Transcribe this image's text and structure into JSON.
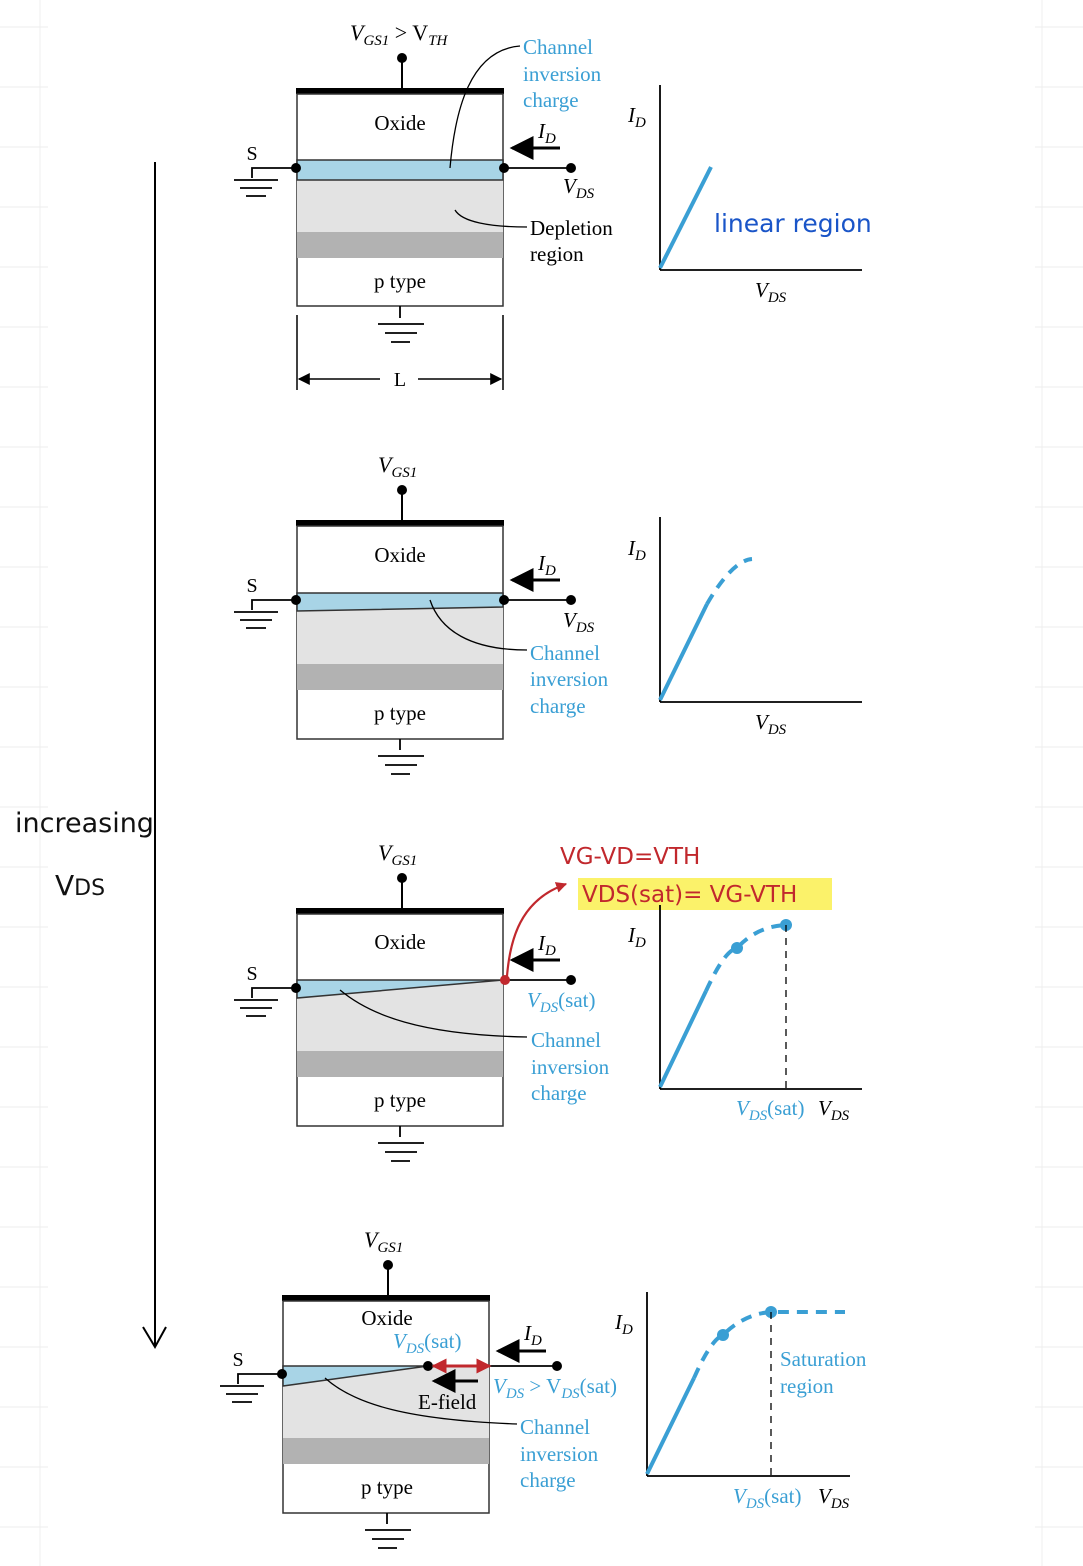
{
  "side_annotation": {
    "line1": "increasing",
    "line2": "V",
    "line2_sub": "DS"
  },
  "colors": {
    "channel": "#a8d4e6",
    "depletion": "#e3e3e3",
    "dark_band": "#b2b2b2",
    "curve": "#3a9fd4",
    "label_blue": "#3a9fd4",
    "annotation_red": "#c1282d",
    "highlight": "#fbf26a",
    "hand_blue": "#1a55c8"
  },
  "panels": [
    {
      "gate_label": {
        "v": "V",
        "sub": "GS1",
        "rel": " > V",
        "rel_sub": "TH"
      },
      "oxide": "Oxide",
      "ptype": "p type",
      "source": "S",
      "id_label": {
        "v": "I",
        "sub": "D"
      },
      "vds_label": {
        "v": "V",
        "sub": "DS"
      },
      "channel_callout": [
        "Channel",
        "inversion",
        "charge"
      ],
      "depletion_callout": [
        "Depletion",
        "region"
      ],
      "length_label": "L",
      "plot": {
        "y": "I",
        "y_sub": "D",
        "x": "V",
        "x_sub": "DS",
        "note": "linear region"
      }
    },
    {
      "gate_label": {
        "v": "V",
        "sub": "GS1"
      },
      "oxide": "Oxide",
      "ptype": "p type",
      "source": "S",
      "id_label": {
        "v": "I",
        "sub": "D"
      },
      "vds_label": {
        "v": "V",
        "sub": "DS"
      },
      "channel_callout": [
        "Channel",
        "inversion",
        "charge"
      ],
      "plot": {
        "y": "I",
        "y_sub": "D",
        "x": "V",
        "x_sub": "DS"
      }
    },
    {
      "gate_label": {
        "v": "V",
        "sub": "GS1"
      },
      "oxide": "Oxide",
      "ptype": "p type",
      "source": "S",
      "id_label": {
        "v": "I",
        "sub": "D"
      },
      "vds_label": {
        "v": "V",
        "sub": "DS",
        "suffix": "(sat)"
      },
      "channel_callout": [
        "Channel",
        "inversion",
        "charge"
      ],
      "annotation_1": "VG-VD=VTH",
      "annotation_2": "VDS(sat)= VG-VTH",
      "plot": {
        "y": "I",
        "y_sub": "D",
        "xsat": {
          "v": "V",
          "sub": "DS",
          "suffix": "(sat)"
        },
        "x": "V",
        "x_sub": "DS"
      }
    },
    {
      "gate_label": {
        "v": "V",
        "sub": "GS1"
      },
      "oxide": "Oxide",
      "ptype": "p type",
      "source": "S",
      "id_label": {
        "v": "I",
        "sub": "D"
      },
      "pinch_label": {
        "v": "V",
        "sub": "DS",
        "suffix": "(sat)"
      },
      "efield_label": "E-field",
      "vds_label": {
        "v": "V",
        "sub": "DS",
        "rel": " > V",
        "rel_sub": "DS",
        "suffix": "(sat)"
      },
      "channel_callout": [
        "Channel",
        "inversion",
        "charge"
      ],
      "plot": {
        "y": "I",
        "y_sub": "D",
        "xsat": {
          "v": "V",
          "sub": "DS",
          "suffix": "(sat)"
        },
        "x": "V",
        "x_sub": "DS",
        "region": [
          "Saturation",
          "region"
        ]
      }
    }
  ]
}
